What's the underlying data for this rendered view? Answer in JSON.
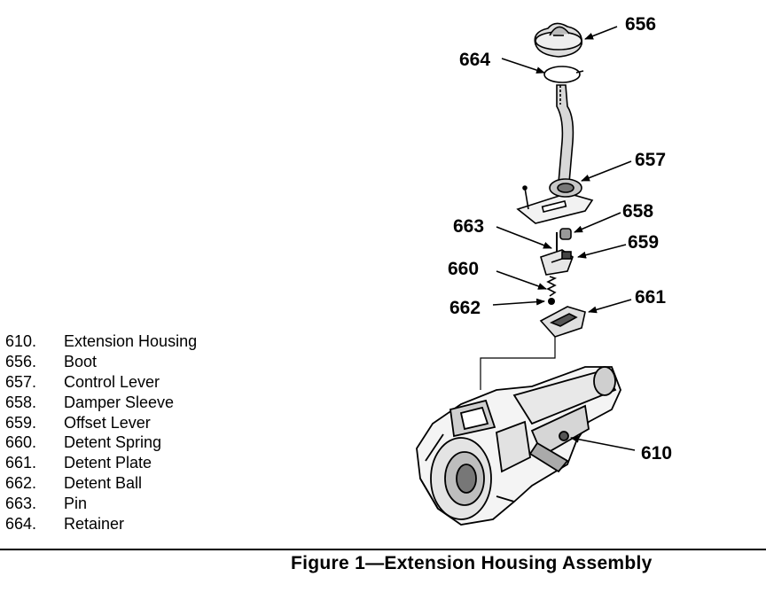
{
  "callouts": [
    {
      "id": "656",
      "label": "656"
    },
    {
      "id": "664",
      "label": "664"
    },
    {
      "id": "657",
      "label": "657"
    },
    {
      "id": "658",
      "label": "658"
    },
    {
      "id": "663",
      "label": "663"
    },
    {
      "id": "659",
      "label": "659"
    },
    {
      "id": "660",
      "label": "660"
    },
    {
      "id": "662",
      "label": "662"
    },
    {
      "id": "661",
      "label": "661"
    },
    {
      "id": "610",
      "label": "610"
    }
  ],
  "legend": [
    {
      "num": "610.",
      "name": "Extension Housing"
    },
    {
      "num": "656.",
      "name": "Boot"
    },
    {
      "num": "657.",
      "name": "Control Lever"
    },
    {
      "num": "658.",
      "name": "Damper Sleeve"
    },
    {
      "num": "659.",
      "name": "Offset Lever"
    },
    {
      "num": "660.",
      "name": "Detent Spring"
    },
    {
      "num": "661.",
      "name": "Detent Plate"
    },
    {
      "num": "662.",
      "name": "Detent Ball"
    },
    {
      "num": "663.",
      "name": "Pin"
    },
    {
      "num": "664.",
      "name": "Retainer"
    }
  ],
  "caption": "Figure 1—Extension Housing Assembly"
}
